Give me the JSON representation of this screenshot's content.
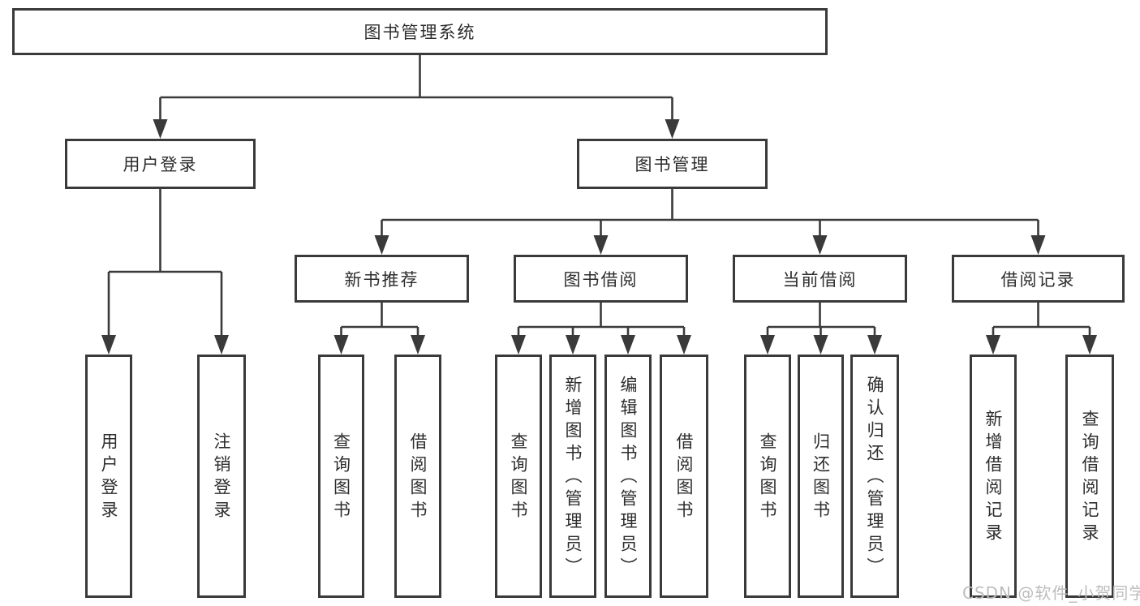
{
  "colors": {
    "line": "#3a3a3a",
    "box_border": "#3a3a3a",
    "text": "#2d2d2d",
    "background": "#ffffff",
    "watermark": "#bdbdbd"
  },
  "watermark": {
    "text": "CSDN @软件_小贺同学"
  },
  "tree": {
    "label": "图书管理系统",
    "children": [
      {
        "label": "用户登录",
        "children": [
          {
            "label": "用户登录"
          },
          {
            "label": "注销登录"
          }
        ]
      },
      {
        "label": "图书管理",
        "children": [
          {
            "label": "新书推荐",
            "children": [
              {
                "label": "查询图书"
              },
              {
                "label": "借阅图书"
              }
            ]
          },
          {
            "label": "图书借阅",
            "children": [
              {
                "label": "查询图书"
              },
              {
                "label": "新增图书（管理员）"
              },
              {
                "label": "编辑图书（管理员）"
              },
              {
                "label": "借阅图书"
              }
            ]
          },
          {
            "label": "当前借阅",
            "children": [
              {
                "label": "查询图书"
              },
              {
                "label": "归还图书"
              },
              {
                "label": "确认归还（管理员）"
              }
            ]
          },
          {
            "label": "借阅记录",
            "children": [
              {
                "label": "新增借阅记录"
              },
              {
                "label": "查询借阅记录"
              }
            ]
          }
        ]
      }
    ]
  }
}
